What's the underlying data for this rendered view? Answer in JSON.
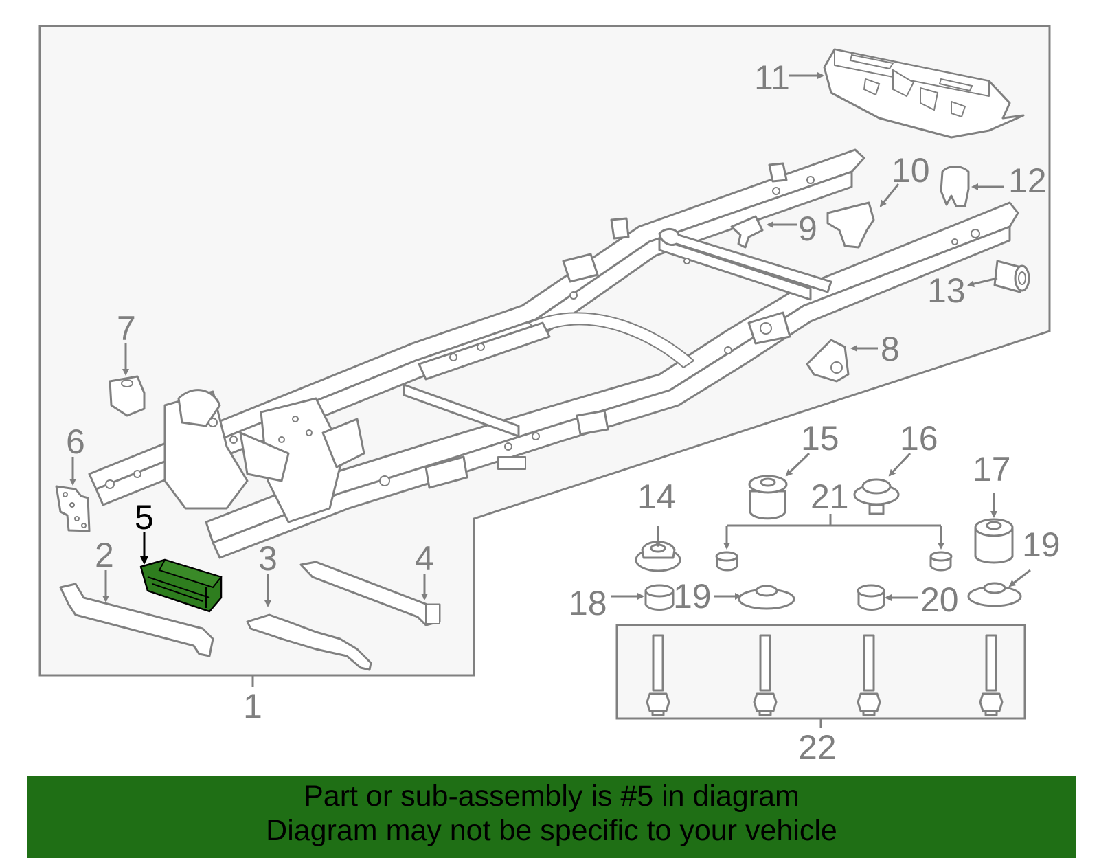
{
  "diagram": {
    "callouts": [
      "1",
      "2",
      "3",
      "4",
      "5",
      "6",
      "7",
      "8",
      "9",
      "10",
      "11",
      "12",
      "13",
      "14",
      "15",
      "16",
      "17",
      "18",
      "19",
      "19",
      "20",
      "21",
      "22"
    ],
    "highlighted_part": "5",
    "highlight_color": "#2e7d1e",
    "line_color": "#808080",
    "panel_color": "#f7f7f7"
  },
  "banner": {
    "line1": "Part or sub-assembly is #5 in diagram",
    "line2": "Diagram may not be specific to your vehicle",
    "background": "#1f6f15"
  }
}
